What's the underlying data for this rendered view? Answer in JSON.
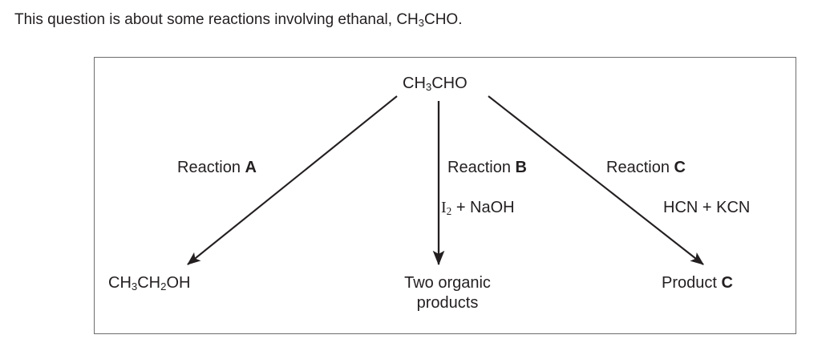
{
  "question": {
    "intro_pre": "This question is about some reactions involving ethanal, CH",
    "intro_sub": "3",
    "intro_post": "CHO."
  },
  "scheme": {
    "start_material": {
      "pre": "CH",
      "sub": "3",
      "post": "CHO"
    },
    "branches": [
      {
        "id": "a",
        "reaction_label": "Reaction ",
        "reaction_letter": "A",
        "reagents": "",
        "product_pre": "CH",
        "product_sub1": "3",
        "product_mid": "CH",
        "product_sub2": "2",
        "product_post": "OH"
      },
      {
        "id": "b",
        "reaction_label": "Reaction ",
        "reaction_letter": "B",
        "reagents_pre": "I",
        "reagents_sub": "2",
        "reagents_post": " + NaOH",
        "product_line1": "Two organic",
        "product_line2": "products"
      },
      {
        "id": "c",
        "reaction_label": "Reaction ",
        "reaction_letter": "C",
        "reagents": "HCN + KCN",
        "product_label": "Product ",
        "product_letter": "C"
      }
    ]
  },
  "colors": {
    "text": "#231f20",
    "border": "#6d6d6d",
    "arrow": "#231f20",
    "background": "#ffffff"
  }
}
